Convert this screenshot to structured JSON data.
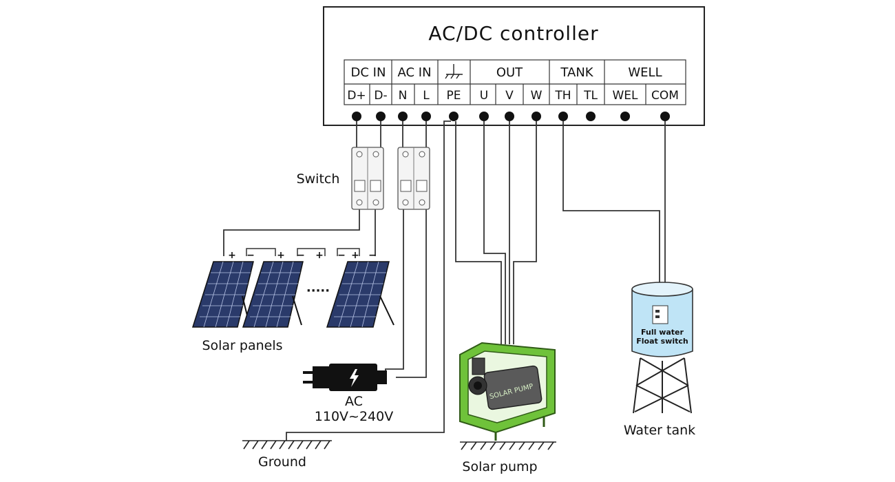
{
  "controller": {
    "title": "AC/DC controller",
    "groups": [
      {
        "name": "DC IN",
        "terminals": [
          "D+",
          "D-"
        ]
      },
      {
        "name": "AC IN",
        "terminals": [
          "N",
          "L"
        ]
      },
      {
        "name": "ground-symbol",
        "terminals": [
          "PE"
        ]
      },
      {
        "name": "OUT",
        "terminals": [
          "U",
          "V",
          "W"
        ]
      },
      {
        "name": "TANK",
        "terminals": [
          "TH",
          "TL"
        ]
      },
      {
        "name": "WELL",
        "terminals": [
          "WEL",
          "COM"
        ]
      }
    ]
  },
  "labels": {
    "switch": "Switch",
    "solar_panels": "Solar panels",
    "ellipsis": "·····",
    "ac": "AC",
    "ac_voltage": "110V~240V",
    "ground": "Ground",
    "solar_pump": "Solar pump",
    "water_tank": "Water tank",
    "float_switch_1": "Full water",
    "float_switch_2": "Float switch",
    "pump_brand": "SOLAR PUMP",
    "panel_plus": "+",
    "panel_minus": "−"
  },
  "colors": {
    "wire": "#333333",
    "panel": "#2a3a6a",
    "pump": "#6fc23a",
    "water": "#bfe4f6"
  }
}
